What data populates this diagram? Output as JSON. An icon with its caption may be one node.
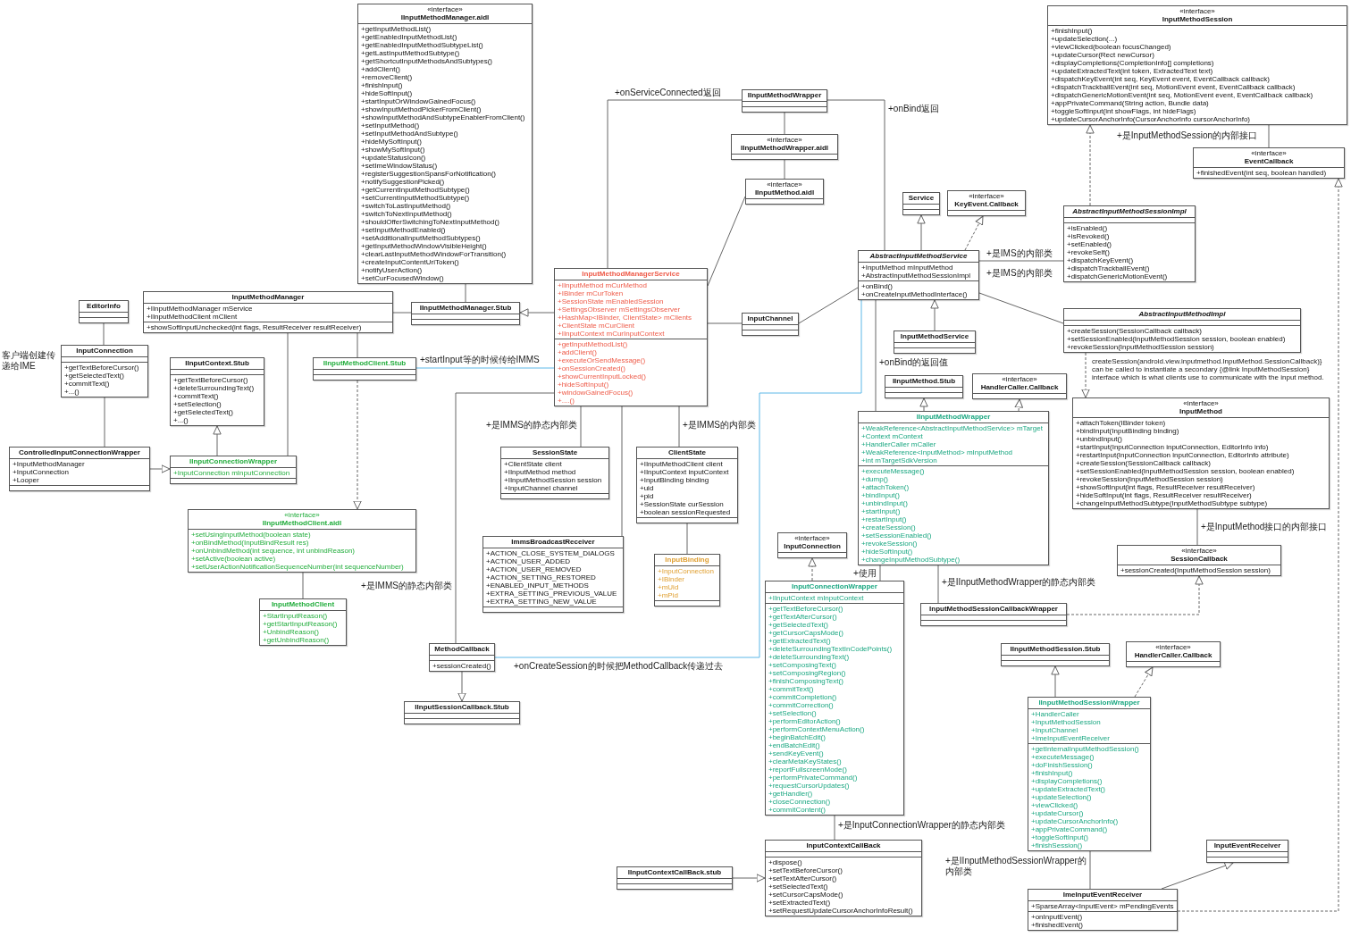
{
  "diagram": {
    "nodes": [
      {
        "text": [
          "«interface»",
          "IInputMethodManager.aidl",
          "+getInputMethodList()",
          "+getEnabledInputMethodList()",
          "+getEnabledInputMethodSubtypeList()",
          "+getLastInputMethodSubtype()",
          "+getShortcutInputMethodsAndSubtypes()",
          "+addClient()",
          "+removeClient()",
          "+finishInput()",
          "+hideSoftInput()",
          "+startInputOrWindowGainedFocus()",
          "+showInputMethodPickerFromClient()",
          "+showInputMethodAndSubtypeEnablerFromClient()",
          "+setInputMethod()",
          "+setInputMethodAndSubtype()",
          "+hideMySoftInput()",
          "+showMySoftInput()",
          "+updateStatusIcon()",
          "+setImeWindowStatus()",
          "+registerSuggestionSpansForNotification()",
          "+notifySuggestionPicked()",
          "+getCurrentInputMethodSubtype()",
          "+setCurrentInputMethodSubtype()",
          "+switchToLastInputMethod()",
          "+switchToNextInputMethod()",
          "+shouldOfferSwitchingToNextInputMethod()",
          "+setInputMethodEnabled()",
          "+setAdditionalInputMethodSubtypes()",
          "+getInputMethodWindowVisibleHeight()",
          "+clearLastInputMethodWindowForTransition()",
          "+createInputContentUriToken()",
          "+notifyUserAction()",
          "+setCurFocusedWindow()"
        ]
      },
      {
        "text": [
          "InputMethodManager",
          "+IInputMethodManager mService",
          "+IInputMethodClient mClient",
          "+showSoftInputUnchecked(int flags, ResultReceiver resultReceiver)"
        ]
      },
      {
        "text": [
          "IInputMethodManager.Stub"
        ]
      },
      {
        "text": [
          "EditorInfo"
        ]
      },
      {
        "text": [
          "InputConnection",
          "+getTextBeforeCursor()",
          "+getSelectedText()",
          "+commitText()",
          "+...()"
        ],
        "beside": [
          "客户端创建传递给IME"
        ]
      },
      {
        "text": [
          "IInputContext.Stub",
          "+getTextBeforeCursor()",
          "+deleteSurroundingText()",
          "+commitText()",
          "+setSelection()",
          "+getSelectedText()",
          "+...()"
        ]
      },
      {
        "text": [
          "ControlledInputConnectionWrapper",
          "+InputMethodManager",
          "+InputConnection",
          "+Looper"
        ]
      },
      {
        "text": [
          "IInputConnectionWrapper",
          "+InputConnection mInputConnection"
        ]
      },
      {
        "text": [
          "IInputMethodClient.Stub"
        ]
      },
      {
        "text": [
          "«interface»",
          "IInputMethodClient.aidl",
          "+setUsingInputMethod(boolean state)",
          "+onBindMethod(InputBindResult res)",
          "+onUnbindMethod(int sequence, int unbindReason)",
          "+setActive(boolean active)",
          "+setUserActionNotificationSequenceNumber(int sequenceNumber)"
        ]
      },
      {
        "text": [
          "InputMethodClient",
          "+StartInputReason()",
          "+getStartInputReason()",
          "+UnbindReason()",
          "+getUnbindReason()"
        ]
      },
      {
        "text": [
          "InputMethodManagerService",
          "+IInputMethod mCurMethod",
          "+IBinder mCurToken",
          "+SessionState mEnabledSession",
          "+SettingsObserver mSettingsObserver",
          "+HashMap<IBinder, ClientState> mClients",
          "+ClientState mCurClient",
          "+IInputContext mCurInputContext",
          "+getInputMethodList()",
          "+addClient()",
          "+executeOrSendMessage()",
          "+onSessionCreated()",
          "+showCurrentInputLocked()",
          "+hideSoftInput()",
          "+windowGainedFocus()",
          "+....()"
        ]
      },
      {
        "text": [
          "IInputMethodWrapper"
        ]
      },
      {
        "text": [
          "«interface»",
          "IInputMethodWrapper.aidl"
        ]
      },
      {
        "text": [
          "«interface»",
          "IInputMethod.aidl"
        ]
      },
      {
        "text": [
          "InputChannel"
        ]
      },
      {
        "text": [
          "Service"
        ]
      },
      {
        "text": [
          "«interface»",
          "KeyEvent.Callback"
        ]
      },
      {
        "text": [
          "AbstractInputMethodService",
          "+InputMethod mInputMethod",
          "+AbstractInputMethodSessionImpl",
          "+onBind()",
          "+onCreateInputMethodInterface()"
        ]
      },
      {
        "text": [
          "AbstractInputMethodSessionImpl",
          "+isEnabled()",
          "+isRevoked()",
          "+setEnabled()",
          "+revokeSelf()",
          "+dispatchKeyEvent()",
          "+dispatchTrackballEvent()",
          "+dispatchGenericMotionEvent()"
        ]
      },
      {
        "text": [
          "AbstractInputMethodImpl",
          "+createSession(SessionCallback callback)",
          "+setSessionEnabled(InputMethodSession session, boolean enabled)",
          "+revokeSession(InputMethodSession session)"
        ]
      },
      {
        "text": [
          "InputMethodService"
        ]
      },
      {
        "text": [
          "IInputMethod.Stub"
        ]
      },
      {
        "text": [
          "«interface»",
          "HandlerCaller.Callback"
        ]
      },
      {
        "text": [
          "IInputMethodWrapper",
          "+WeakReference<AbstractInputMethodService> mTarget",
          "+Context mContext",
          "+HandlerCaller mCaller",
          "+WeakReference<InputMethod> mInputMethod",
          "+int mTargetSdkVersion",
          "+executeMessage()",
          "+dump()",
          "+attachToken()",
          "+bindInput()",
          "+unbindInput()",
          "+startInput()",
          "+restartInput()",
          "+createSession()",
          "+setSessionEnabled()",
          "+revokeSession()",
          "+hideSoftInput()",
          "+changeInputMethodSubtype()"
        ]
      },
      {
        "text": [
          "«interface»",
          "InputMethod",
          "+attachToken(IBinder token)",
          "+bindInput(InputBinding binding)",
          "+unbindInput()",
          "+startInput(InputConnection inputConnection, EditorInfo info)",
          "+restartInput(InputConnection inputConnection, EditorInfo attribute)",
          "+createSession(SessionCallback callback)",
          "+setSessionEnabled(InputMethodSession session, boolean enabled)",
          "+revokeSession(InputMethodSession session)",
          "+showSoftInput(int flags, ResultReceiver resultReceiver)",
          "+hideSoftInput(int flags, ResultReceiver resultReceiver)",
          "+changeInputMethodSubtype(InputMethodSubtype subtype)"
        ]
      },
      {
        "text": [
          "«interface»",
          "InputMethodSession",
          "+finishInput()",
          "+updateSelection(...)",
          "+viewClicked(boolean focusChanged)",
          "+updateCursor(Rect newCursor)",
          "+displayCompletions(CompletionInfo[] completions)",
          "+updateExtractedText(int token, ExtractedText text)",
          "+dispatchKeyEvent(int seq, KeyEvent event, EventCallback callback)",
          "+dispatchTrackballEvent(int seq, MotionEvent event, EventCallback callback)",
          "+dispatchGenericMotionEvent(int seq, MotionEvent event, EventCallback callback)",
          "+appPrivateCommand(String action, Bundle data)",
          "+toggleSoftInput(int showFlags, int hideFlags)",
          "+updateCursorAnchorInfo(CursorAnchorInfo cursorAnchorInfo)"
        ]
      },
      {
        "text": [
          "«interface»",
          "SessionCallback",
          "+sessionCreated(InputMethodSession session)"
        ]
      },
      {
        "text": [
          "«interface»",
          "EventCallback",
          "+finishedEvent(int seq, boolean handled)"
        ]
      },
      {
        "text": [
          "SessionState",
          "+ClientState client",
          "+IInputMethod method",
          "+IInputMethodSession session",
          "+InputChannel channel"
        ]
      },
      {
        "text": [
          "ClientState",
          "+IInputMethodClient client",
          "+IInputContext inputContext",
          "+InputBinding binding",
          "+uid",
          "+pid",
          "+SessionState curSession",
          "+boolean sessionRequested"
        ]
      },
      {
        "text": [
          "ImmsBroadcastReceiver",
          "+ACTION_CLOSE_SYSTEM_DIALOGS",
          "+ACTION_USER_ADDED",
          "+ACTION_USER_REMOVED",
          "+ACTION_SETTING_RESTORED",
          "+ENABLED_INPUT_METHODS",
          "+EXTRA_SETTING_PREVIOUS_VALUE",
          "+EXTRA_SETTING_NEW_VALUE"
        ]
      },
      {
        "text": [
          "InputBinding",
          "+InputConnection",
          "+IBinder",
          "+mUid",
          "+mPid"
        ]
      },
      {
        "text": [
          "MethodCallback",
          "+sessionCreated()"
        ]
      },
      {
        "text": [
          "IInputSessionCallback.Stub"
        ]
      },
      {
        "text": [
          "InputMethodSessionCallbackWrapper"
        ]
      },
      {
        "text": [
          "«interface»",
          "InputConnection"
        ]
      },
      {
        "text": [
          "InputConnectionWrapper",
          "+IInputContext mInputContext",
          "+getTextBeforeCursor()",
          "+getTextAfterCursor()",
          "+getSelectedText()",
          "+getCursorCapsMode()",
          "+getExtractedText()",
          "+deleteSurroundingTextInCodePoints()",
          "+deleteSurroundingText()",
          "+setComposingText()",
          "+setComposingRegion()",
          "+finishComposingText()",
          "+commitText()",
          "+commitCompletion()",
          "+commitCorrection()",
          "+setSelection()",
          "+performEditorAction()",
          "+performContextMenuAction()",
          "+beginBatchEdit()",
          "+endBatchEdit()",
          "+sendKeyEvent()",
          "+clearMetaKeyStates()",
          "+reportFullscreenMode()",
          "+performPrivateCommand()",
          "+requestCursorUpdates()",
          "+getHandler()",
          "+closeConnection()",
          "+commitContent()"
        ]
      },
      {
        "text": [
          "InputContextCallBack",
          "+dispose()",
          "+setTextBeforeCursor()",
          "+setTextAfterCursor()",
          "+setSelectedText()",
          "+setCursorCapsMode()",
          "+setExtractedText()",
          "+setRequestUpdateCursorAnchorInfoResult()"
        ]
      },
      {
        "text": [
          "IInputContextCallBack.stub"
        ]
      },
      {
        "text": [
          "IInputMethodSession.Stub"
        ]
      },
      {
        "text": [
          "«interface»",
          "HandlerCaller.Callback"
        ]
      },
      {
        "text": [
          "IInputMethodSessionWrapper",
          "+HandlerCaller",
          "+InputMethodSession",
          "+InputChannel",
          "+ImeInputEventReceiver",
          "+getInternalInputMethodSession()",
          "+executeMessage()",
          "+doFinishSession()",
          "+finishInput()",
          "+displayCompletions()",
          "+updateExtractedText()",
          "+updateSelection()",
          "+viewClicked()",
          "+updateCursor()",
          "+updateCursorAnchorInfo()",
          "+appPrivateCommand()",
          "+toggleSoftInput()",
          "+finishSession()"
        ]
      },
      {
        "text": [
          "InputEventReceiver"
        ]
      },
      {
        "text": [
          "ImeInputEventReceiver",
          "+SparseArray<InputEvent> mPendingEvents",
          "+onInputEvent()",
          "+finishedEvent()"
        ]
      }
    ],
    "edges": [
      {
        "from": 0,
        "to": 2,
        "arrow": "none"
      },
      {
        "from": 1,
        "to": 2,
        "arrow": "none"
      },
      {
        "from": 11,
        "to": 2,
        "arrow": "to"
      },
      {
        "from": 3,
        "to": 4,
        "arrow": "none"
      },
      {
        "from": 4,
        "to": 6,
        "arrow": "none"
      },
      {
        "from": 6,
        "to": 7,
        "arrow": "to"
      },
      {
        "from": 7,
        "to": 5,
        "arrow": "to"
      },
      {
        "from": 1,
        "to": 7,
        "arrow": "none"
      },
      {
        "from": 1,
        "to": 8,
        "arrow": "none"
      },
      {
        "from": 8,
        "to": 9,
        "arrow": "to",
        "style": "dashed"
      },
      {
        "from": 9,
        "to": 10,
        "arrow": "none"
      },
      {
        "from": 8,
        "to": 11,
        "arrow": "none",
        "label": "+startInput等的时候传给IMMS",
        "color": "#5db8e8"
      },
      {
        "from": 11,
        "to": 12,
        "arrow": "none",
        "label": "+onServiceConnected返回"
      },
      {
        "from": 12,
        "to": 18,
        "arrow": "none",
        "label": "+onBind返回"
      },
      {
        "from": 12,
        "to": 13,
        "arrow": "none"
      },
      {
        "from": 13,
        "to": 14,
        "arrow": "none"
      },
      {
        "from": 11,
        "to": 14,
        "arrow": "none"
      },
      {
        "from": 11,
        "to": 15,
        "arrow": "none"
      },
      {
        "from": 15,
        "to": 18,
        "arrow": "none"
      },
      {
        "from": 18,
        "to": 16,
        "arrow": "to"
      },
      {
        "from": 18,
        "to": 17,
        "arrow": "to",
        "style": "dashed"
      },
      {
        "from": 18,
        "to": 19,
        "arrow": "none",
        "label": "+是IMS的内部类"
      },
      {
        "from": 18,
        "to": 20,
        "arrow": "none",
        "label": "+是IMS的内部类"
      },
      {
        "from": 21,
        "to": 18,
        "arrow": "to"
      },
      {
        "from": 18,
        "to": 24,
        "arrow": "none",
        "label": "+onBind的返回值"
      },
      {
        "from": 19,
        "to": 26,
        "arrow": "to",
        "style": "dashed"
      },
      {
        "from": 20,
        "to": 25,
        "arrow": "to",
        "style": "dashed"
      },
      {
        "from": 24,
        "to": 22,
        "arrow": "to"
      },
      {
        "from": 24,
        "to": 23,
        "arrow": "to",
        "style": "dashed"
      },
      {
        "from": 25,
        "to": 27,
        "arrow": "none",
        "label": "+是InputMethod接口的内部接口"
      },
      {
        "from": 26,
        "to": 28,
        "arrow": "none",
        "label": "+是InputMethodSession的内部接口"
      },
      {
        "from": 24,
        "to": 35,
        "arrow": "none",
        "label": "+是IInputMethodWrapper的静态内部类"
      },
      {
        "from": 35,
        "to": 27,
        "arrow": "to",
        "style": "dashed"
      },
      {
        "from": 11,
        "to": 29,
        "arrow": "none",
        "label": "+是IMMS的静态内部类"
      },
      {
        "from": 11,
        "to": 31,
        "arrow": "none"
      },
      {
        "from": 11,
        "to": 30,
        "arrow": "none",
        "label": "+是IMMS的内部类"
      },
      {
        "from": 30,
        "to": 32,
        "arrow": "none"
      },
      {
        "from": 11,
        "to": 33,
        "arrow": "none",
        "label": "+是IMMS的静态内部类"
      },
      {
        "from": 33,
        "to": 34,
        "arrow": "to"
      },
      {
        "from": 33,
        "to": 18,
        "arrow": "none",
        "label": "+onCreateSession的时候把MethodCallback传递过去",
        "color": "#5db8e8"
      },
      {
        "from": 37,
        "to": 24,
        "arrow": "none",
        "label": "+使用"
      },
      {
        "from": 37,
        "to": 36,
        "arrow": "to",
        "style": "dashed"
      },
      {
        "from": 37,
        "to": 38,
        "arrow": "none",
        "label": "+是InputConnectionWrapper的静态内部类"
      },
      {
        "from": 39,
        "to": 38,
        "arrow": "to"
      },
      {
        "from": 42,
        "to": 40,
        "arrow": "to"
      },
      {
        "from": 42,
        "to": 41,
        "arrow": "to",
        "style": "dashed"
      },
      {
        "from": 42,
        "to": 44,
        "arrow": "none",
        "label": "+是IInputMethodSessionWrapper的内部类"
      },
      {
        "from": 44,
        "to": 43,
        "arrow": "to"
      },
      {
        "from": 44,
        "to": 28,
        "arrow": "to",
        "style": "dashed"
      }
    ],
    "labels": [
      "createSession(android.view.inputmethod.InputMethod.SessionCallback)} can be called to instantiate a secondary {@link InputMethodSession} interface which is what clients use to communicate with the input method."
    ]
  }
}
